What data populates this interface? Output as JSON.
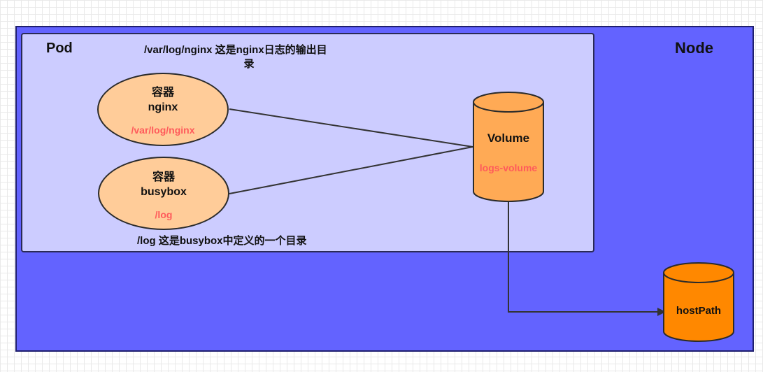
{
  "node": {
    "label": "Node"
  },
  "pod": {
    "label": "Pod",
    "note_top_line1": "/var/log/nginx 这是nginx日志的输出目",
    "note_top_line2": "录",
    "note_bottom": "/log 这是busybox中定义的一个目录"
  },
  "containers": [
    {
      "title_line1": "容器",
      "title_line2": "nginx",
      "path": "/var/log/nginx"
    },
    {
      "title_line1": "容器",
      "title_line2": "busybox",
      "path": "/log"
    }
  ],
  "volume": {
    "title": "Volume",
    "name": "logs-volume"
  },
  "host_path": {
    "label": "hostPath"
  },
  "colors": {
    "node_fill": "#6363ff",
    "pod_fill": "#ccccff",
    "container_fill": "#ffcc99",
    "volume_fill": "#ffaa55",
    "hostpath_fill": "#ff8800",
    "path_text": "#ff5b5b"
  }
}
